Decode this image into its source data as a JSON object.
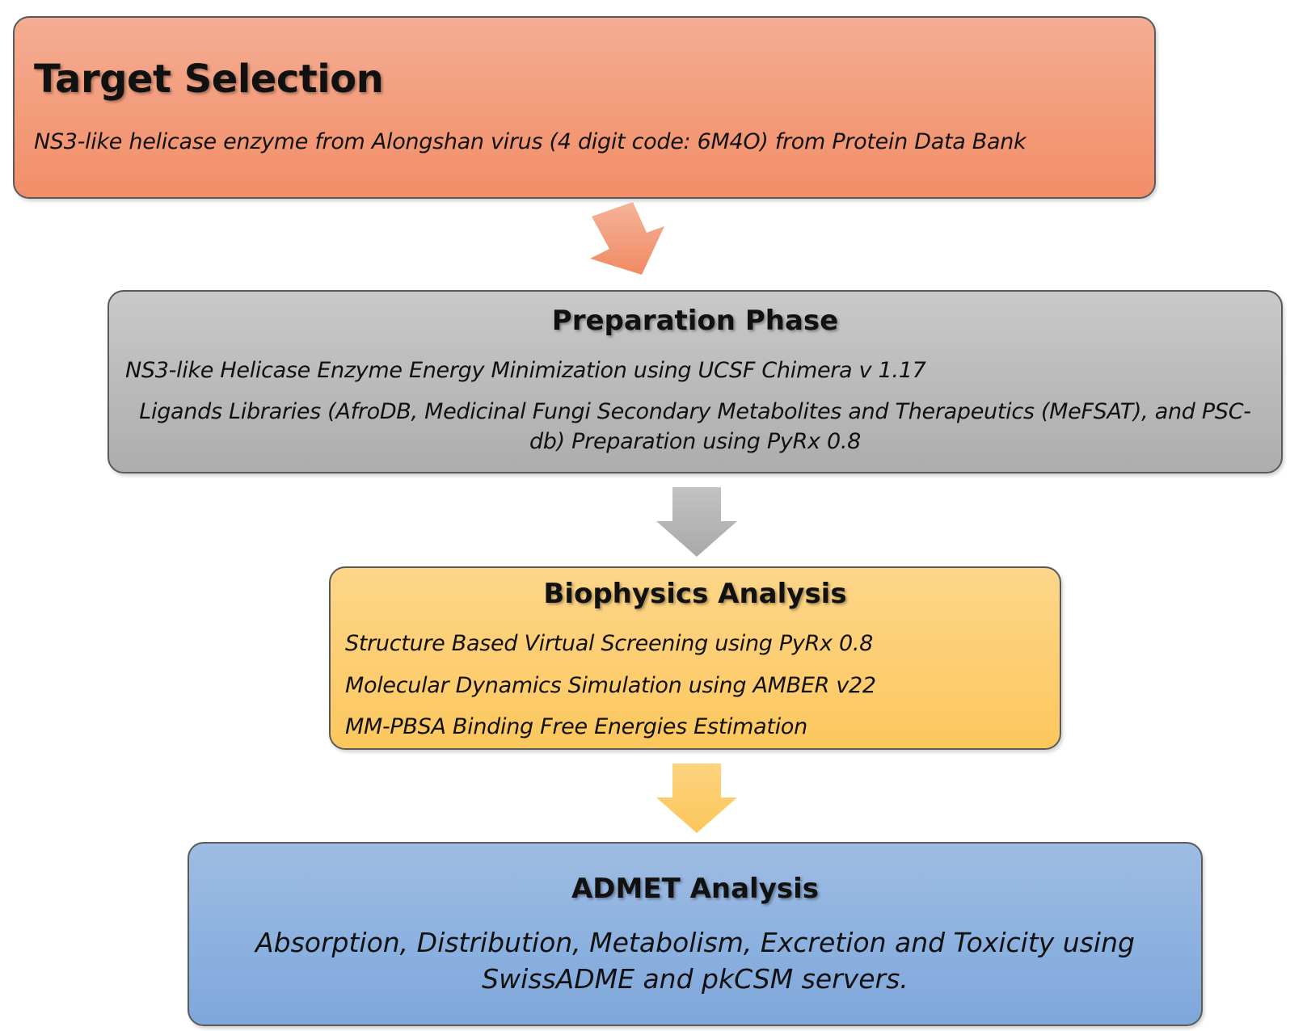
{
  "colors": {
    "target_box": "#f39a78",
    "prep_box": "#b8b8b8",
    "bio_box": "#fdcd6f",
    "admet_box": "#8ab0df",
    "arrow_1": "#f29a79",
    "arrow_2": "#b5b5b5",
    "arrow_3": "#fccc6a"
  },
  "steps": [
    {
      "title": "Target Selection",
      "lines": [
        "NS3-like helicase enzyme from Alongshan virus (4 digit code: 6M4O) from Protein Data Bank"
      ]
    },
    {
      "title": "Preparation Phase",
      "lines": [
        "NS3-like Helicase Enzyme Energy Minimization using UCSF Chimera v 1.17",
        "Ligands Libraries (AfroDB, Medicinal Fungi Secondary Metabolites and Therapeutics (MeFSAT), and PSC-db) Preparation using PyRx 0.8"
      ]
    },
    {
      "title": "Biophysics Analysis",
      "lines": [
        "Structure Based Virtual Screening using PyRx 0.8",
        "Molecular Dynamics Simulation using AMBER v22",
        "MM-PBSA Binding Free Energies Estimation"
      ]
    },
    {
      "title": "ADMET Analysis",
      "lines": [
        "Absorption, Distribution, Metabolism, Excretion and Toxicity using SwissADME and pkCSM servers."
      ]
    }
  ]
}
